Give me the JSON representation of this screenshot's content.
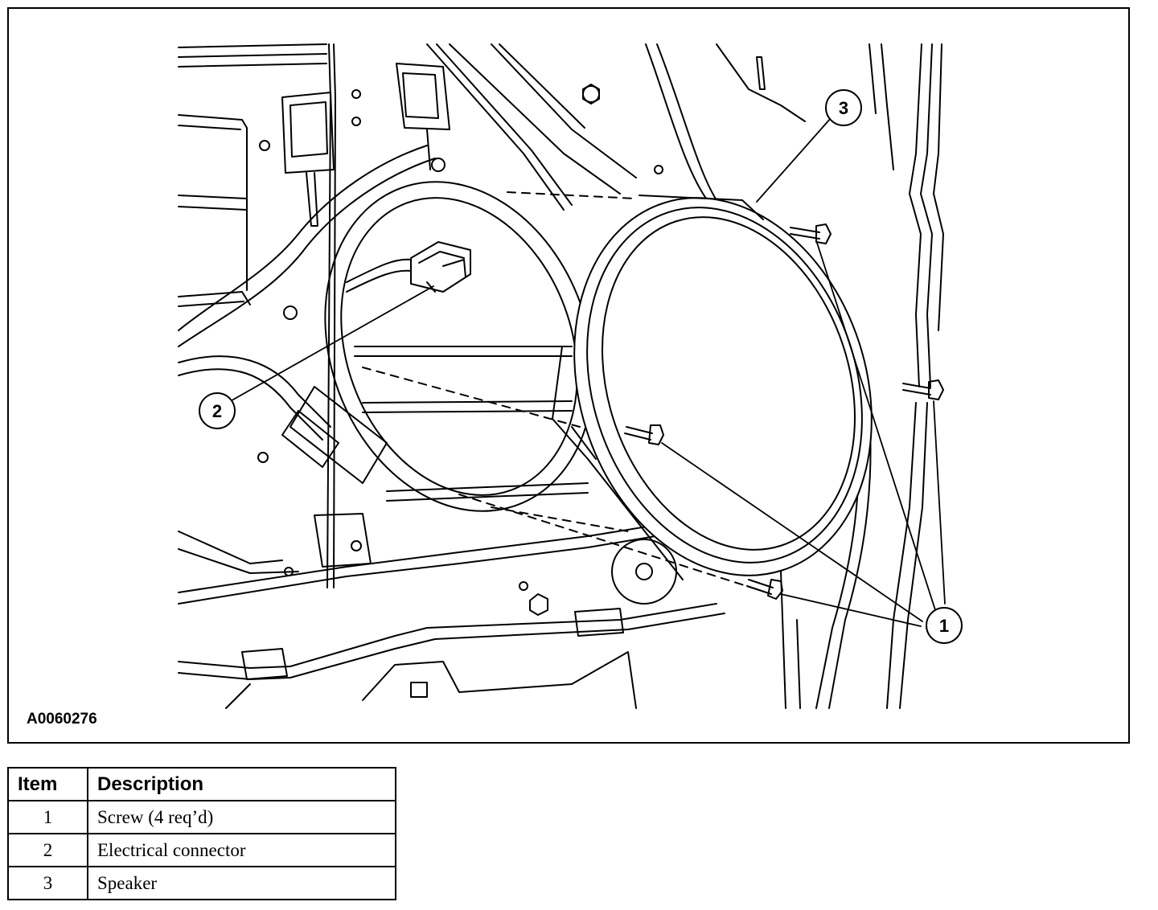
{
  "figure": {
    "id": "A0060276",
    "callouts": [
      {
        "number": "1"
      },
      {
        "number": "2"
      },
      {
        "number": "3"
      }
    ]
  },
  "legend": {
    "headers": {
      "item": "Item",
      "description": "Description"
    },
    "rows": [
      {
        "item": "1",
        "description": "Screw (4 req’d)"
      },
      {
        "item": "2",
        "description": "Electrical connector"
      },
      {
        "item": "3",
        "description": "Speaker"
      }
    ]
  },
  "colors": {
    "line": "#000000",
    "background": "#ffffff"
  }
}
